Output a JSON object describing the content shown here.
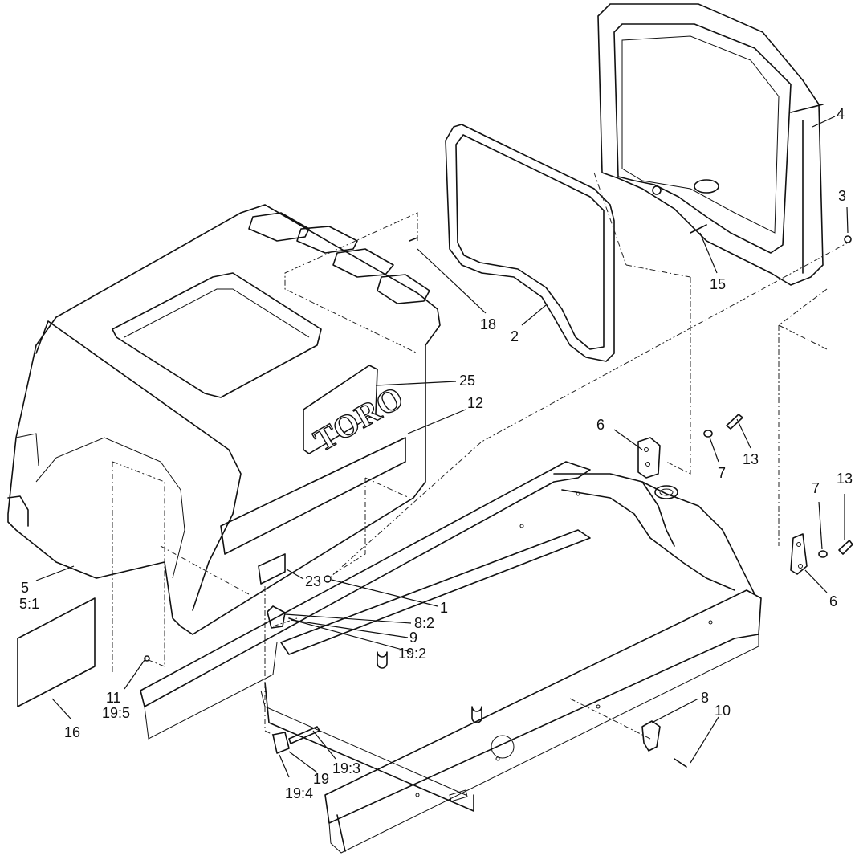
{
  "logo": {
    "brand": "TORO"
  },
  "callouts": [
    {
      "id": "c-4",
      "text": "4"
    },
    {
      "id": "c-3",
      "text": "3"
    },
    {
      "id": "c-15",
      "text": "15"
    },
    {
      "id": "c-18",
      "text": "18"
    },
    {
      "id": "c-2",
      "text": "2"
    },
    {
      "id": "c-25",
      "text": "25"
    },
    {
      "id": "c-12",
      "text": "12"
    },
    {
      "id": "c-6a",
      "text": "6"
    },
    {
      "id": "c-7a",
      "text": "7"
    },
    {
      "id": "c-13a",
      "text": "13"
    },
    {
      "id": "c-7b",
      "text": "7"
    },
    {
      "id": "c-13b",
      "text": "13"
    },
    {
      "id": "c-6b",
      "text": "6"
    },
    {
      "id": "c-5",
      "text": "5"
    },
    {
      "id": "c-5-1",
      "text": "5:1"
    },
    {
      "id": "c-23",
      "text": "23"
    },
    {
      "id": "c-1",
      "text": "1"
    },
    {
      "id": "c-8-2",
      "text": "8:2"
    },
    {
      "id": "c-9",
      "text": "9"
    },
    {
      "id": "c-19-2",
      "text": "19:2"
    },
    {
      "id": "c-11",
      "text": "11"
    },
    {
      "id": "c-19-5",
      "text": "19:5"
    },
    {
      "id": "c-16",
      "text": "16"
    },
    {
      "id": "c-8",
      "text": "8"
    },
    {
      "id": "c-10",
      "text": "10"
    },
    {
      "id": "c-19",
      "text": "19"
    },
    {
      "id": "c-19-3",
      "text": "19:3"
    },
    {
      "id": "c-19-4",
      "text": "19:4"
    }
  ]
}
